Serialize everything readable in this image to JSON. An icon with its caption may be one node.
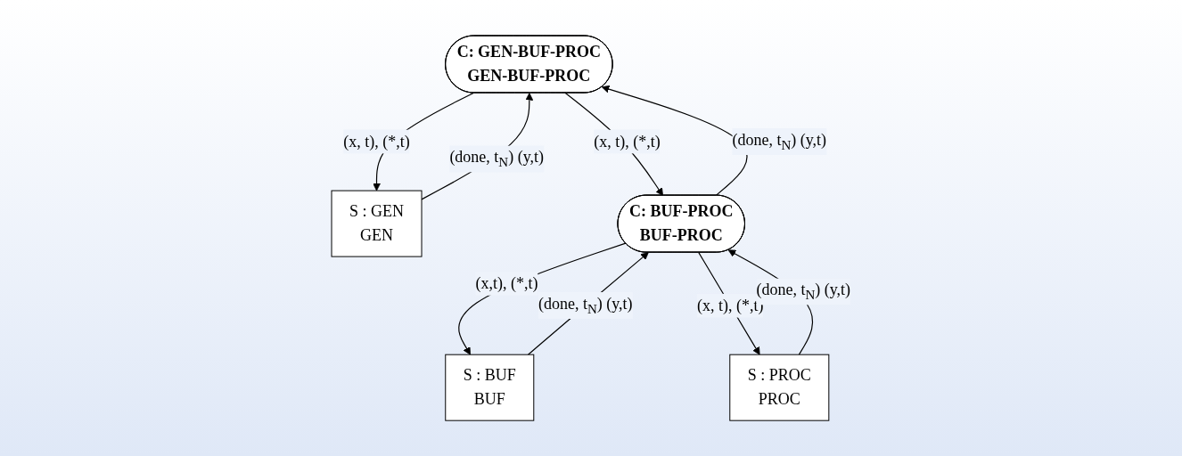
{
  "diagram": {
    "nodes": [
      {
        "text": [
          "C: GEN-BUF-PROC",
          "GEN-BUF-PROC"
        ]
      },
      {
        "text": [
          "S : GEN",
          "GEN"
        ]
      },
      {
        "text": [
          "C: BUF-PROC",
          "BUF-PROC"
        ]
      },
      {
        "text": [
          "S : BUF",
          "BUF"
        ]
      },
      {
        "text": [
          "S : PROC",
          "PROC"
        ]
      }
    ],
    "edges": [
      {
        "from": 0,
        "to": 1,
        "arrow": "to",
        "label": "(x, t), (*,t)"
      },
      {
        "from": 1,
        "to": 0,
        "arrow": "to",
        "label": "(done, t$_{N}$) (y,t)"
      },
      {
        "from": 0,
        "to": 2,
        "arrow": "to",
        "label": "(x, t), (*,t)"
      },
      {
        "from": 2,
        "to": 0,
        "arrow": "to",
        "label": "(done, t$_{N}$) (y,t)"
      },
      {
        "from": 2,
        "to": 3,
        "arrow": "to",
        "label": "(x,t), (*,t)"
      },
      {
        "from": 3,
        "to": 2,
        "arrow": "to",
        "label": "(done, t$_{N}$) (y,t)"
      },
      {
        "from": 2,
        "to": 4,
        "arrow": "to",
        "label": "(x, t), (*,t)"
      },
      {
        "from": 4,
        "to": 2,
        "arrow": "to",
        "label": "(done, t$_{N}$) (y,t)"
      }
    ]
  }
}
